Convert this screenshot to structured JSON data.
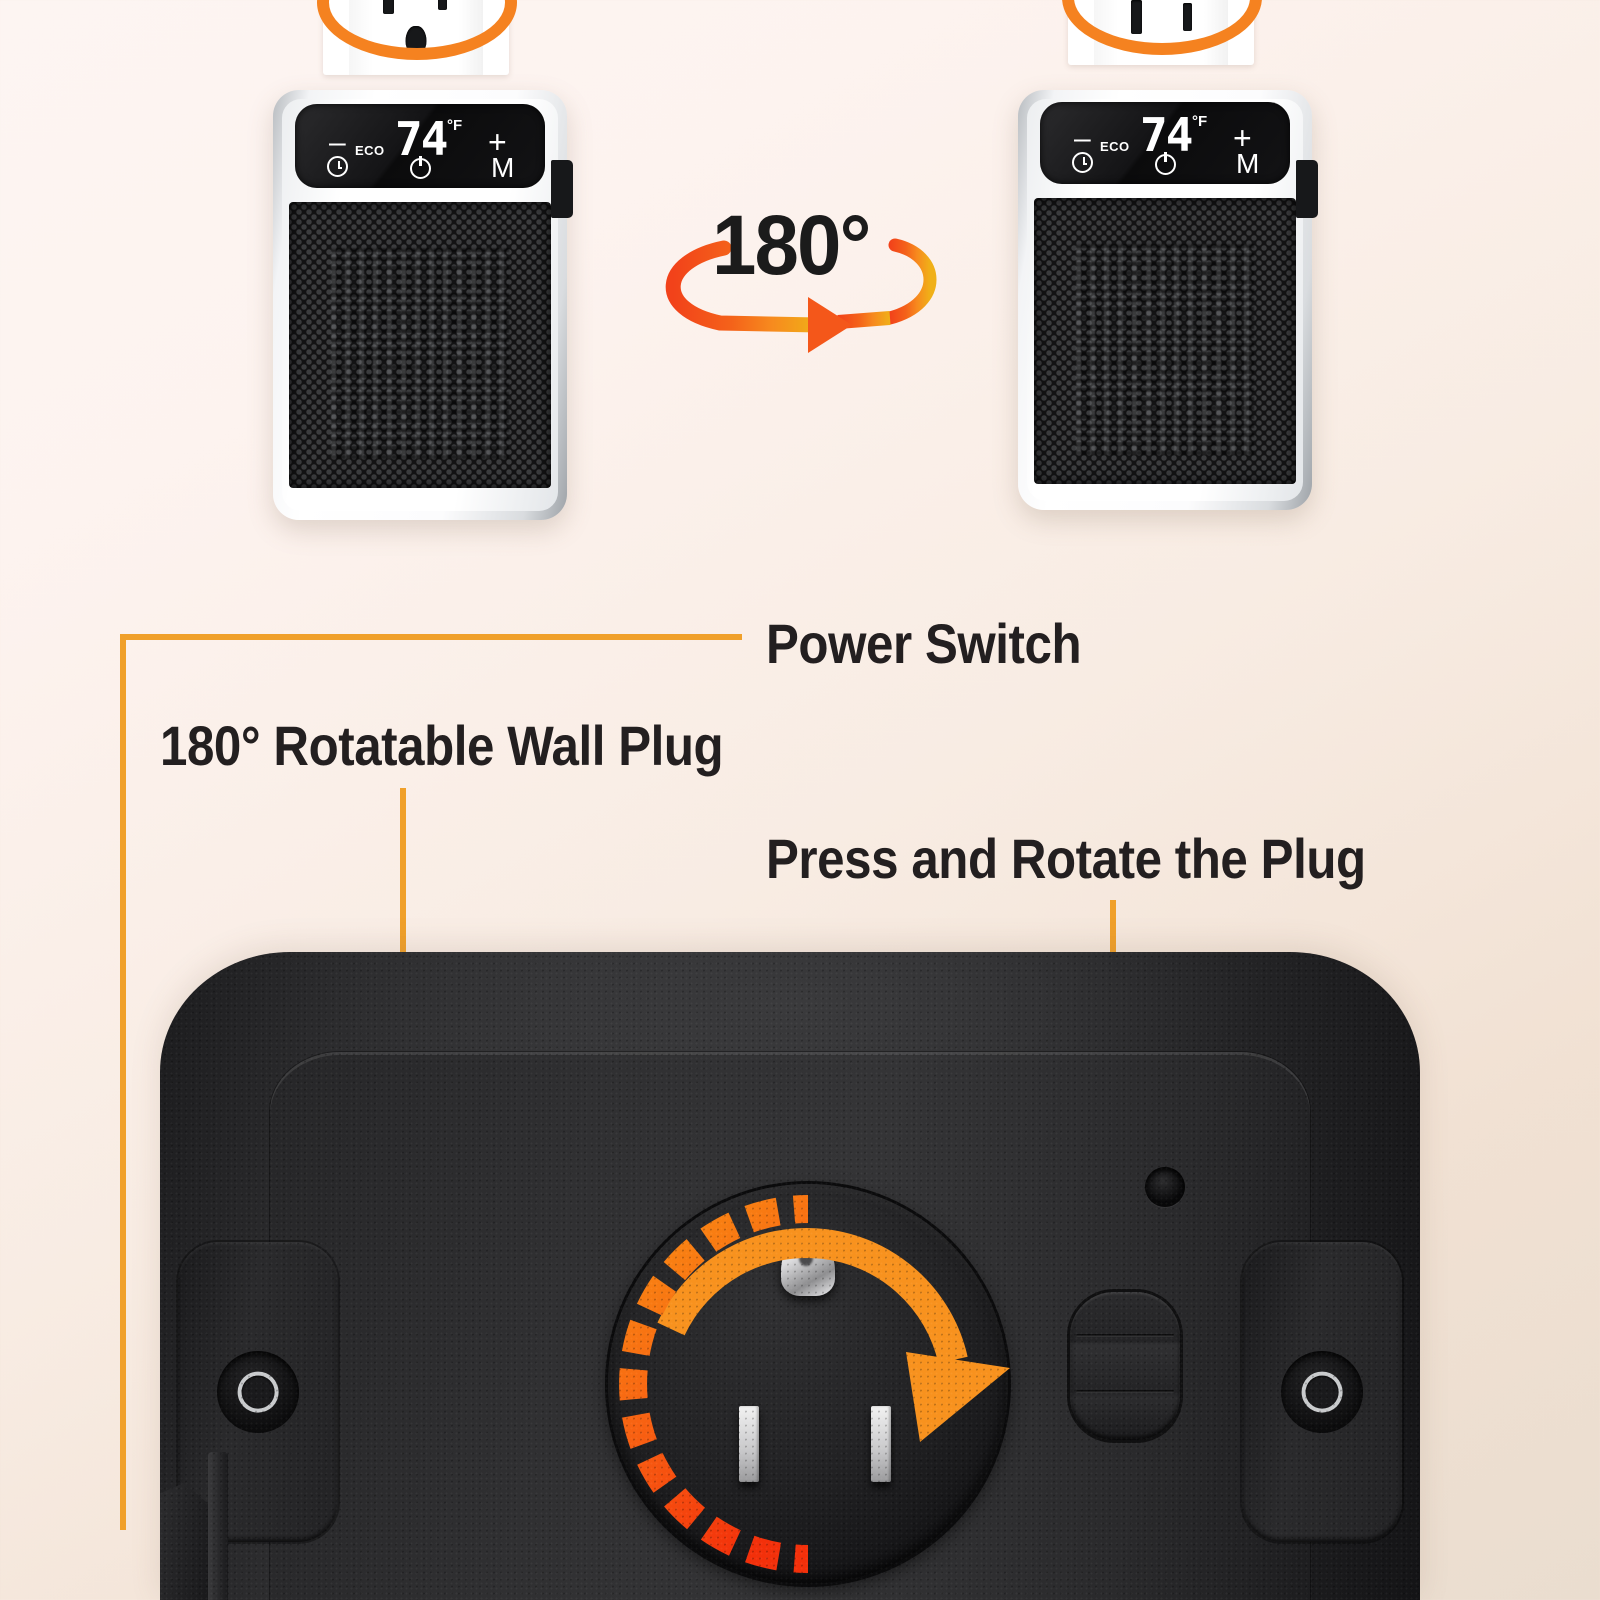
{
  "colors": {
    "accent_orange": "#f58220",
    "leader_orange": "#f0a02a",
    "arrow_orange": "#f79520",
    "arc_red": "#f03c0a",
    "text_dark": "#231f20",
    "bg_top": "#fdf5f2",
    "bg_bottom": "#eaddcf",
    "product_black": "#2c2c2e"
  },
  "rotation_badge": {
    "text": "180°",
    "icon": "circular-rotation-arrow-icon",
    "description": "180 degree rotation arrow"
  },
  "heaters": [
    {
      "id": "heater-left",
      "name": "heater-plugged-normal",
      "outlet_orientation": "ground-pin-down",
      "highlight": "orange-ellipse-highlight",
      "display": {
        "temperature": "74",
        "unit": "°F",
        "mode_label": "ECO",
        "decrease_label": "–",
        "increase_label": "+",
        "timer_icon": "clock-icon",
        "power_icon": "power-icon",
        "mode_button_label": "M"
      }
    },
    {
      "id": "heater-right",
      "name": "heater-plugged-rotated",
      "outlet_orientation": "ground-pin-up",
      "highlight": "orange-ellipse-highlight",
      "display": {
        "temperature": "74",
        "unit": "°F",
        "mode_label": "ECO",
        "decrease_label": "–",
        "increase_label": "+",
        "timer_icon": "clock-icon",
        "power_icon": "power-icon",
        "mode_button_label": "M"
      }
    }
  ],
  "callouts": [
    {
      "id": "power-switch",
      "label": "Power Switch"
    },
    {
      "id": "rotatable-plug",
      "label": "180° Rotatable Wall Plug"
    },
    {
      "id": "press-and-rotate",
      "label": "Press and Rotate the Plug"
    }
  ],
  "product": {
    "name": "heater-back-panel",
    "plug": {
      "name": "rotatable-plug-disc",
      "prong_count": 2,
      "ground_pin": "round-ground-pin",
      "rotation_arrow": "clockwise-arc-arrow",
      "segment_arc": "dashed-rotation-track"
    },
    "press_button": {
      "name": "plug-release-button",
      "ridges": 3
    },
    "screw_hole": {
      "name": "screw-hole"
    },
    "feet": [
      {
        "name": "wall-mount-foot-left"
      },
      {
        "name": "wall-mount-foot-right"
      }
    ],
    "power_switch": {
      "name": "power-switch-lever"
    }
  }
}
